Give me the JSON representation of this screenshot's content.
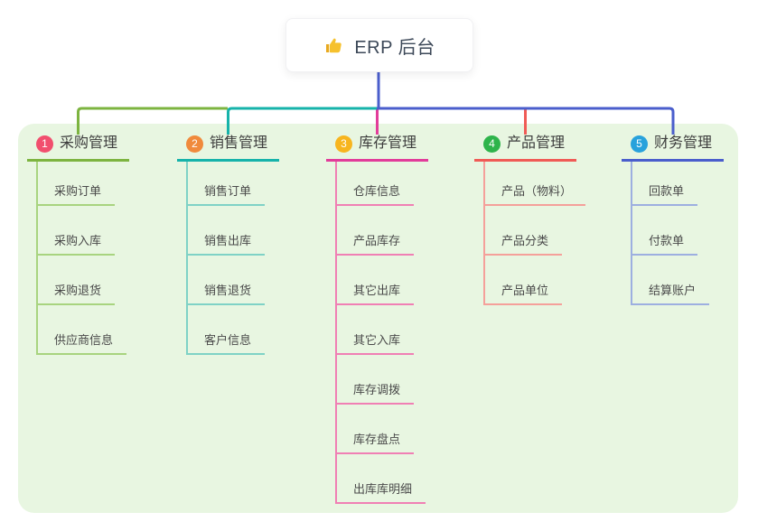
{
  "root": {
    "title": "ERP 后台",
    "icon": "thumbs-up",
    "icon_color": "#f6c12d",
    "card_background": "#ffffff"
  },
  "panel": {
    "background": "#e8f6e1"
  },
  "branches": [
    {
      "num": "1",
      "label": "采购管理",
      "badge_color": "#f14f6e",
      "line_color": "#7db440",
      "light_color": "#a8d47f",
      "children": [
        "采购订单",
        "采购入库",
        "采购退货",
        "供应商信息"
      ]
    },
    {
      "num": "2",
      "label": "销售管理",
      "badge_color": "#f08a3c",
      "line_color": "#16b3aa",
      "light_color": "#7fd2c6",
      "children": [
        "销售订单",
        "销售出库",
        "销售退货",
        "客户信息"
      ]
    },
    {
      "num": "3",
      "label": "库存管理",
      "badge_color": "#f7b51e",
      "line_color": "#e23c9a",
      "light_color": "#f07fb4",
      "children": [
        "仓库信息",
        "产品库存",
        "其它出库",
        "其它入库",
        "库存调拨",
        "库存盘点",
        "出库库明细"
      ]
    },
    {
      "num": "4",
      "label": "产品管理",
      "badge_color": "#2eb44b",
      "line_color": "#f05b56",
      "light_color": "#f5a09a",
      "children": [
        "产品（物料）",
        "产品分类",
        "产品单位"
      ]
    },
    {
      "num": "5",
      "label": "财务管理",
      "badge_color": "#28a2dc",
      "line_color": "#4a5ecc",
      "light_color": "#9dafe0",
      "children": [
        "回款单",
        "付款单",
        "结算账户"
      ]
    }
  ]
}
